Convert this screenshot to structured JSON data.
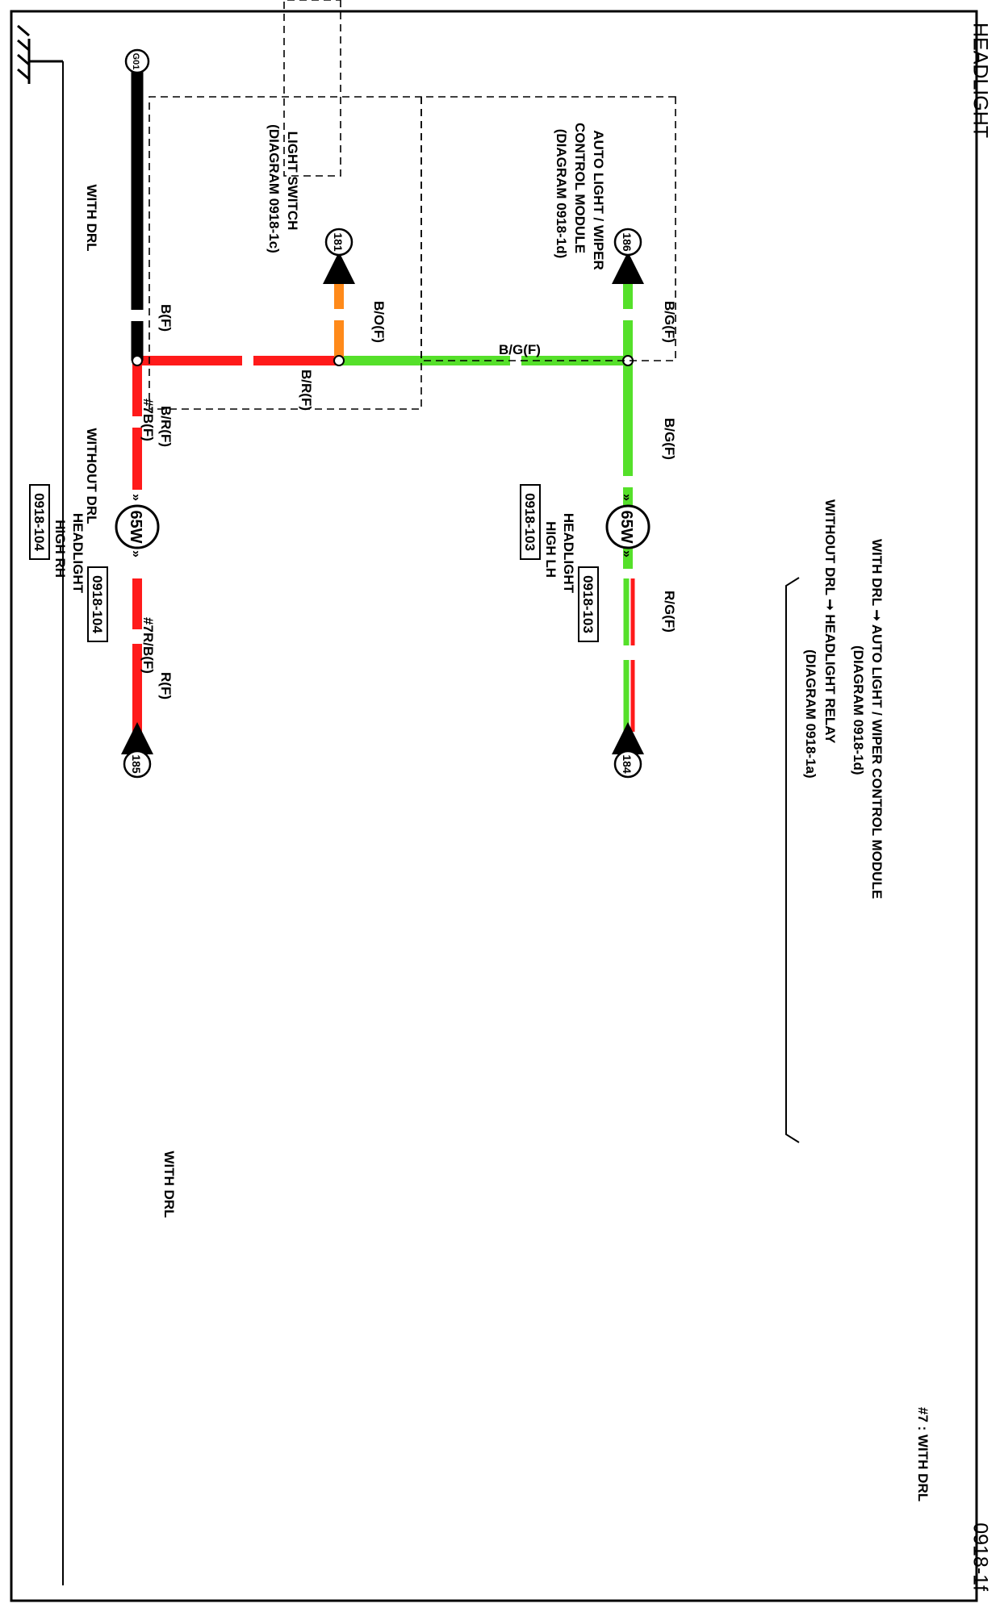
{
  "title": "HEADLIGHT",
  "diagram_id": "0918-1f",
  "footnote": "#7 : WITH DRL",
  "source_note": {
    "with_drl": "WITH DRL",
    "with_drl_target": "AUTO LIGHT / WIPER CONTROL MODULE",
    "with_drl_ref": "(DIAGRAM 0918-1d)",
    "without_drl": "WITHOUT DRL",
    "without_drl_target": "HEADLIGHT RELAY",
    "without_drl_ref": "(DIAGRAM 0918-1a)"
  },
  "connectors": {
    "c184": "184",
    "c185": "185",
    "c186": "186",
    "c181": "181",
    "ground": "G01"
  },
  "wires": {
    "rg": "R/G(F)",
    "r": "R(F)",
    "r_alt": "#7R/B(F)",
    "bg_top": "B/G(F)",
    "bg_left": "B/G(F)",
    "bg_vertical": "B/G(F)",
    "bo": "B/O(F)",
    "br_vertical": "B/R(F)",
    "br": "B/R(F)",
    "br_alt": "#7B(F)",
    "b": "B(F)"
  },
  "bulbs": {
    "lh": {
      "watt": "65W",
      "name_line1": "HEADLIGHT",
      "name_line2": "HIGH LH",
      "code_top": "0918-103",
      "code_bottom": "0918-103"
    },
    "rh": {
      "watt": "65W",
      "name_line1": "HEADLIGHT",
      "name_line2": "HIGH RH",
      "code_top": "0918-104",
      "code_bottom": "0918-104"
    }
  },
  "modules": {
    "auto_light": {
      "line1": "AUTO LIGHT / WIPER",
      "line2": "CONTROL MODULE",
      "line3": "(DIAGRAM 0918-1d)",
      "tag": "WITH DRL"
    },
    "light_switch": {
      "line1": "LIGHT SWITCH",
      "line2": "(DIAGRAM 0918-1c)",
      "tag": "WITHOUT DRL"
    },
    "ground_option": {
      "tag": "WITH DRL"
    }
  },
  "colors": {
    "green": "#55e02a",
    "red": "#ff1a1a",
    "orange": "#ff8a1a",
    "black": "#000000"
  }
}
